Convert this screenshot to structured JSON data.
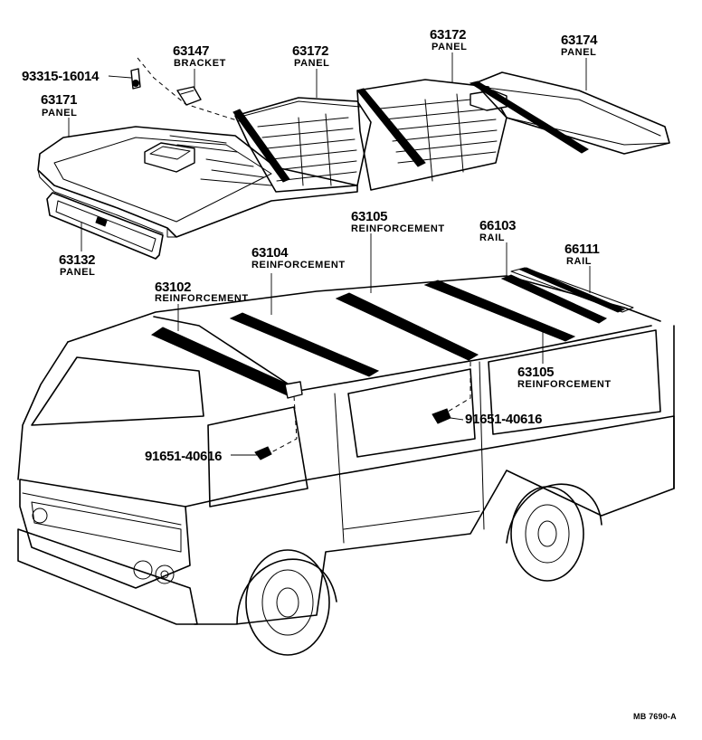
{
  "parts": {
    "bolt_93315": {
      "number": "93315-16014"
    },
    "bracket_63147": {
      "number": "63147",
      "name": "BRACKET"
    },
    "panel_63172_a": {
      "number": "63172",
      "name": "PANEL"
    },
    "panel_63172_b": {
      "number": "63172",
      "name": "PANEL"
    },
    "panel_63174": {
      "number": "63174",
      "name": "PANEL"
    },
    "panel_63171": {
      "number": "63171",
      "name": "PANEL"
    },
    "panel_63132": {
      "number": "63132",
      "name": "PANEL"
    },
    "reinf_63105_top": {
      "number": "63105",
      "name": "REINFORCEMENT"
    },
    "rail_66103": {
      "number": "66103",
      "name": "RAIL"
    },
    "rail_66111": {
      "number": "66111",
      "name": "RAIL"
    },
    "reinf_63104": {
      "number": "63104",
      "name": "REINFORCEMENT"
    },
    "reinf_63102": {
      "number": "63102",
      "name": "REINFORCEMENT"
    },
    "reinf_63105_side": {
      "number": "63105",
      "name": "REINFORCEMENT"
    },
    "bolt_91651_right": {
      "number": "91651-40616"
    },
    "bolt_91651_left": {
      "number": "91651-40616"
    }
  },
  "footer": {
    "code": "MB 7690-A"
  }
}
